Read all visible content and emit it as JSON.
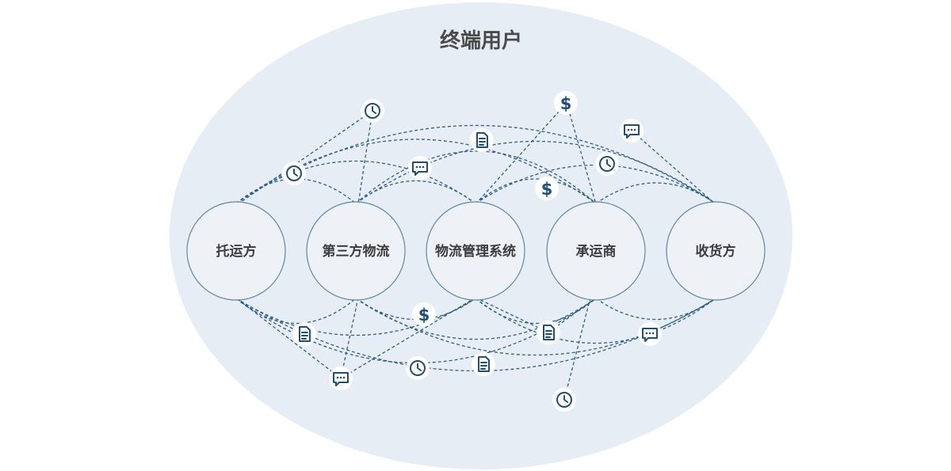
{
  "title": "终端用户",
  "colors": {
    "ellipse": "#e6edf4",
    "node": "#eef2f7",
    "node_stroke": "#5f86a5",
    "link": "#2e5f84",
    "icon": "#1d4f7a"
  },
  "nodes": [
    {
      "id": "shipper",
      "label": "托运方"
    },
    {
      "id": "3pl",
      "label": "第三方物流"
    },
    {
      "id": "lms",
      "label": "物流管理系统"
    },
    {
      "id": "carrier",
      "label": "承运商"
    },
    {
      "id": "consignee",
      "label": "收货方"
    }
  ],
  "icon_types": [
    "clock-icon",
    "document-icon",
    "chat-icon",
    "dollar-icon"
  ],
  "dollar_glyph": "$"
}
